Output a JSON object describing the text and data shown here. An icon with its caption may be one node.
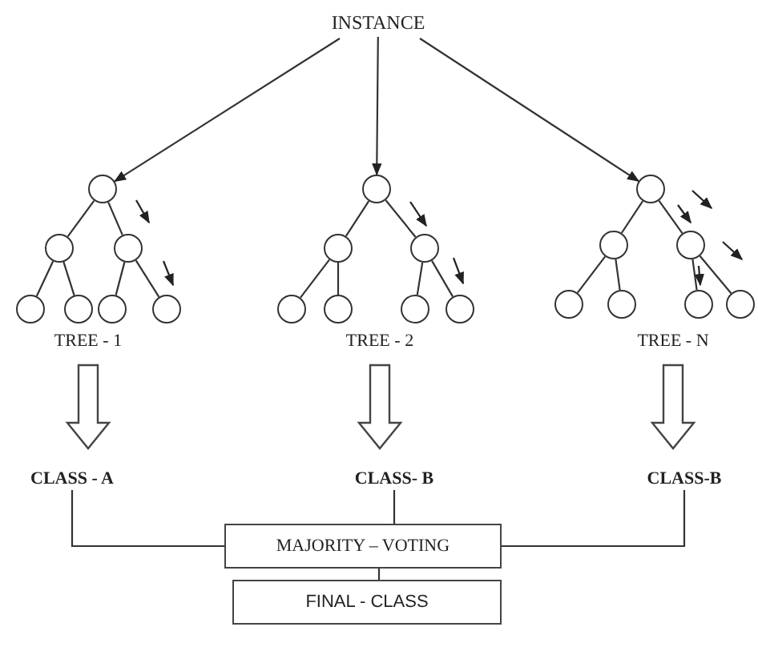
{
  "diagram": {
    "nodes": [
      {
        "text": [
          "INSTANCE"
        ]
      },
      {
        "text": [],
        "shape": "circle"
      },
      {
        "text": [],
        "shape": "circle"
      },
      {
        "text": [],
        "shape": "circle"
      },
      {
        "text": [],
        "shape": "circle"
      },
      {
        "text": [],
        "shape": "circle"
      },
      {
        "text": [],
        "shape": "circle"
      },
      {
        "text": [],
        "shape": "circle"
      },
      {
        "text": [],
        "shape": "circle"
      },
      {
        "text": [],
        "shape": "circle"
      },
      {
        "text": [],
        "shape": "circle"
      },
      {
        "text": [],
        "shape": "circle"
      },
      {
        "text": [],
        "shape": "circle"
      },
      {
        "text": [],
        "shape": "circle"
      },
      {
        "text": [],
        "shape": "circle"
      },
      {
        "text": [],
        "shape": "circle"
      },
      {
        "text": [],
        "shape": "circle"
      },
      {
        "text": [],
        "shape": "circle"
      },
      {
        "text": [],
        "shape": "circle"
      },
      {
        "text": [],
        "shape": "circle"
      },
      {
        "text": [],
        "shape": "circle"
      },
      {
        "text": [],
        "shape": "circle"
      },
      {
        "text": [
          "TREE - 1"
        ]
      },
      {
        "text": [
          "TREE - 2"
        ]
      },
      {
        "text": [
          "TREE - N"
        ]
      },
      {
        "text": [
          "CLASS - A"
        ]
      },
      {
        "text": [
          "CLASS- B"
        ]
      },
      {
        "text": [
          "CLASS-B"
        ]
      },
      {
        "text": [
          "MAJORITY – VOTING"
        ]
      },
      {
        "text": [
          "FINAL - CLASS"
        ]
      }
    ],
    "edges": [
      {
        "from": 0,
        "to": 1,
        "arrow": "to"
      },
      {
        "from": 0,
        "to": 8,
        "arrow": "to"
      },
      {
        "from": 0,
        "to": 15,
        "arrow": "to"
      },
      {
        "from": 1,
        "to": 2,
        "arrow": "none"
      },
      {
        "from": 1,
        "to": 3,
        "arrow": "none"
      },
      {
        "from": 2,
        "to": 4,
        "arrow": "none"
      },
      {
        "from": 2,
        "to": 5,
        "arrow": "none"
      },
      {
        "from": 3,
        "to": 6,
        "arrow": "none"
      },
      {
        "from": 3,
        "to": 7,
        "arrow": "none"
      },
      {
        "from": 8,
        "to": 9,
        "arrow": "none"
      },
      {
        "from": 8,
        "to": 10,
        "arrow": "none"
      },
      {
        "from": 9,
        "to": 11,
        "arrow": "none"
      },
      {
        "from": 9,
        "to": 12,
        "arrow": "none"
      },
      {
        "from": 10,
        "to": 13,
        "arrow": "none"
      },
      {
        "from": 10,
        "to": 14,
        "arrow": "none"
      },
      {
        "from": 15,
        "to": 16,
        "arrow": "none"
      },
      {
        "from": 15,
        "to": 17,
        "arrow": "none"
      },
      {
        "from": 16,
        "to": 18,
        "arrow": "none"
      },
      {
        "from": 16,
        "to": 19,
        "arrow": "none"
      },
      {
        "from": 17,
        "to": 20,
        "arrow": "none"
      },
      {
        "from": 17,
        "to": 21,
        "arrow": "none"
      },
      {
        "from": 22,
        "to": 25,
        "arrow": "to",
        "style": "thick"
      },
      {
        "from": 23,
        "to": 26,
        "arrow": "to",
        "style": "thick"
      },
      {
        "from": 24,
        "to": 27,
        "arrow": "to",
        "style": "thick"
      },
      {
        "from": 25,
        "to": 28,
        "arrow": "none"
      },
      {
        "from": 26,
        "to": 28,
        "arrow": "none"
      },
      {
        "from": 27,
        "to": 28,
        "arrow": "none"
      },
      {
        "from": 28,
        "to": 29,
        "arrow": "none"
      }
    ]
  }
}
